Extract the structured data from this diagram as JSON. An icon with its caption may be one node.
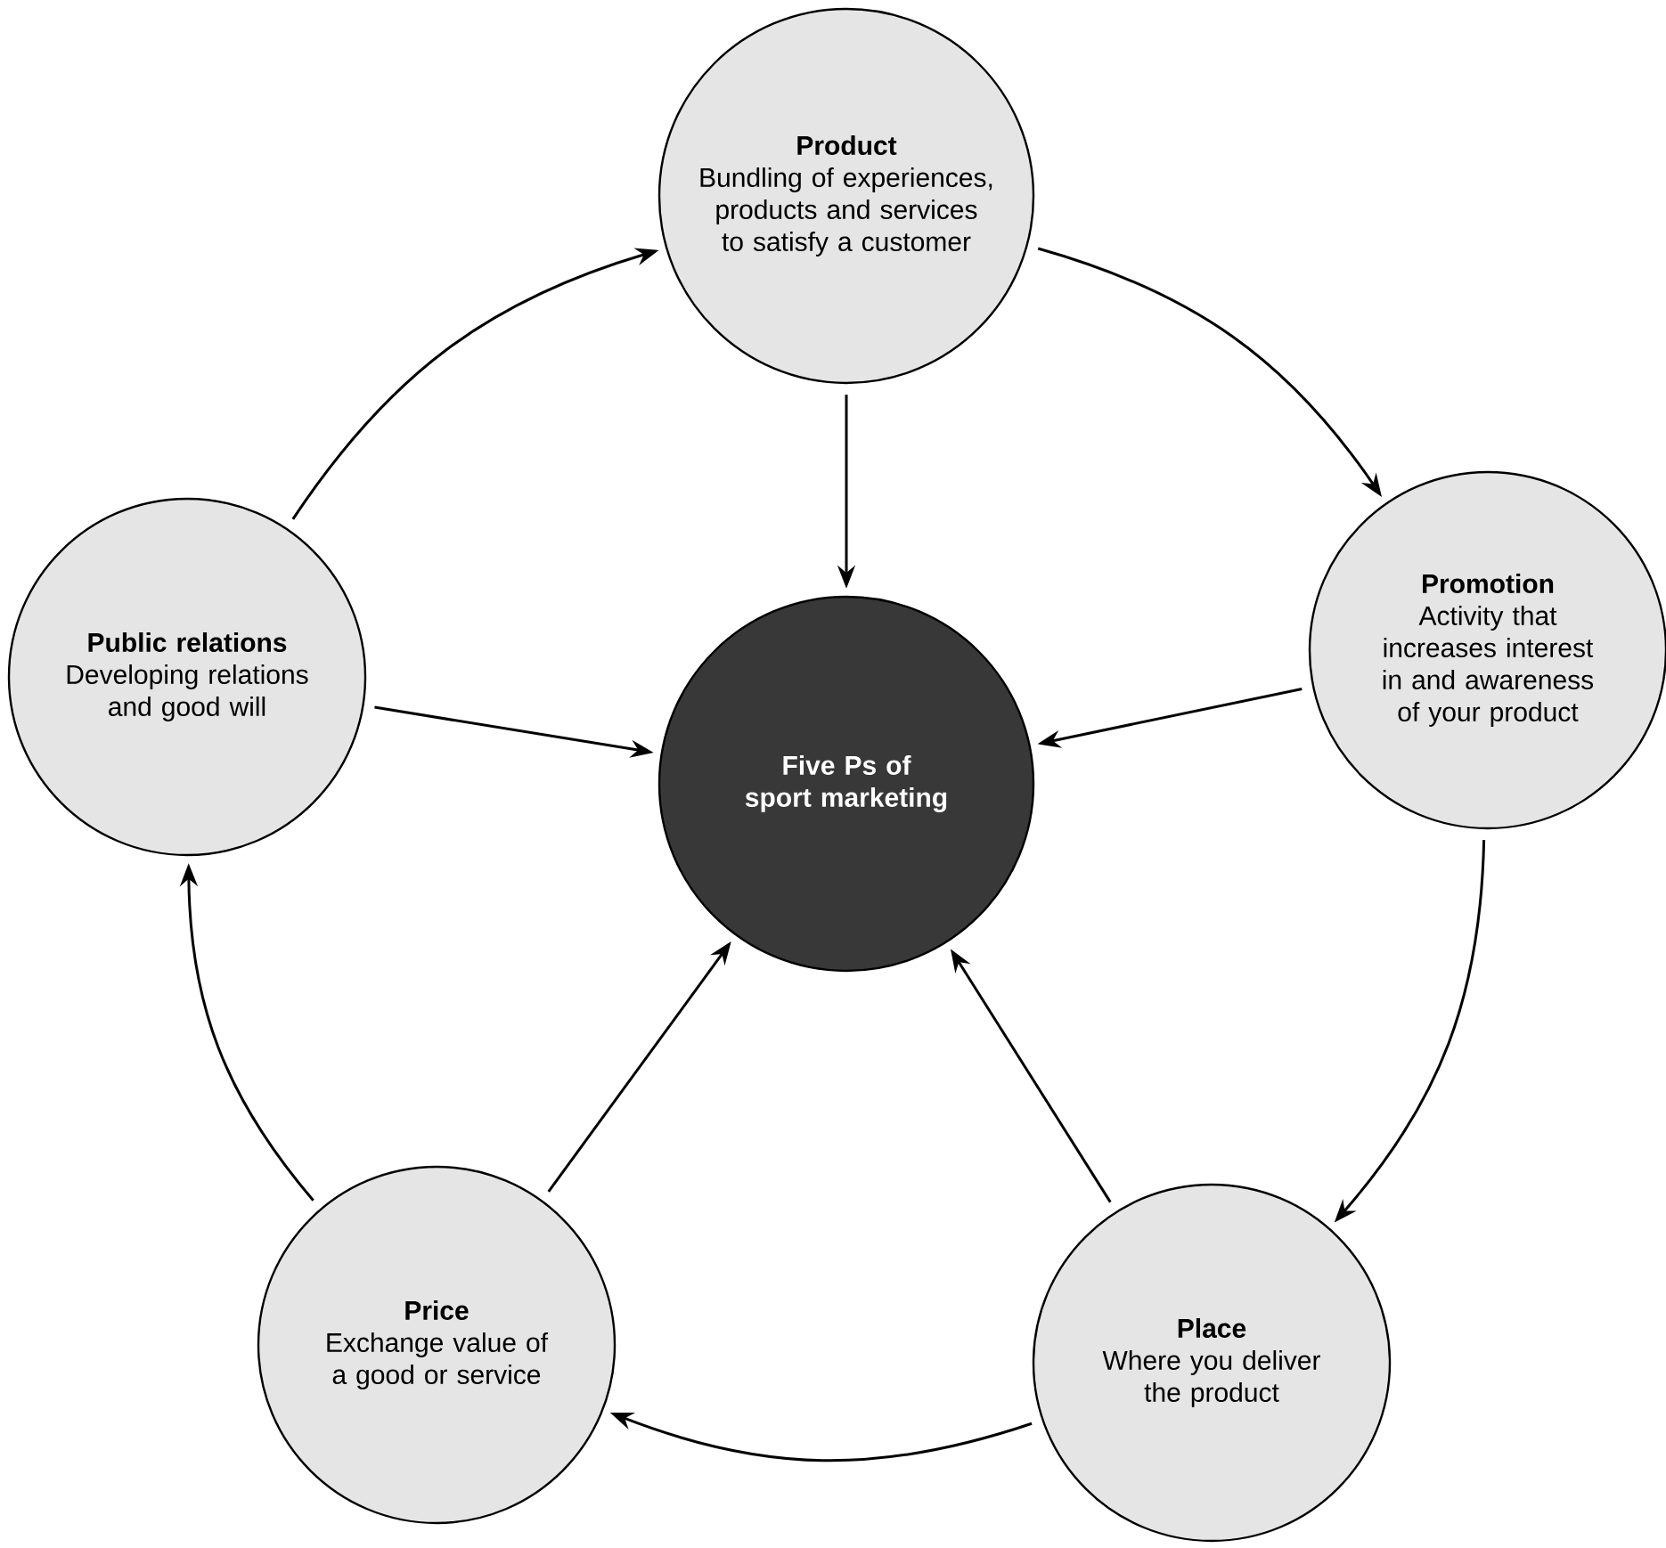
{
  "diagram": {
    "nodes": [
      {
        "text": [
          "Product",
          "Bundling of experiences, products and services to satisfy a customer"
        ]
      },
      {
        "text": [
          "Public relations",
          "Developing relations and good will"
        ]
      },
      {
        "text": [
          "Five Ps of sport marketing"
        ]
      },
      {
        "text": [
          "Promotion",
          "Activity that increases interest in and awareness of your product"
        ]
      },
      {
        "text": [
          "Price",
          "Exchange value of a good or service"
        ]
      },
      {
        "text": [
          "Place",
          "Where you deliver the product"
        ]
      }
    ],
    "edges": [
      {
        "from": 0,
        "to": 2,
        "arrow": "to"
      },
      {
        "from": 1,
        "to": 2,
        "arrow": "to"
      },
      {
        "from": 3,
        "to": 2,
        "arrow": "to"
      },
      {
        "from": 4,
        "to": 2,
        "arrow": "to"
      },
      {
        "from": 5,
        "to": 2,
        "arrow": "to"
      },
      {
        "from": 0,
        "to": 3,
        "arrow": "to"
      },
      {
        "from": 3,
        "to": 5,
        "arrow": "to"
      },
      {
        "from": 5,
        "to": 4,
        "arrow": "to"
      },
      {
        "from": 4,
        "to": 1,
        "arrow": "to"
      },
      {
        "from": 1,
        "to": 0,
        "arrow": "to"
      }
    ]
  }
}
